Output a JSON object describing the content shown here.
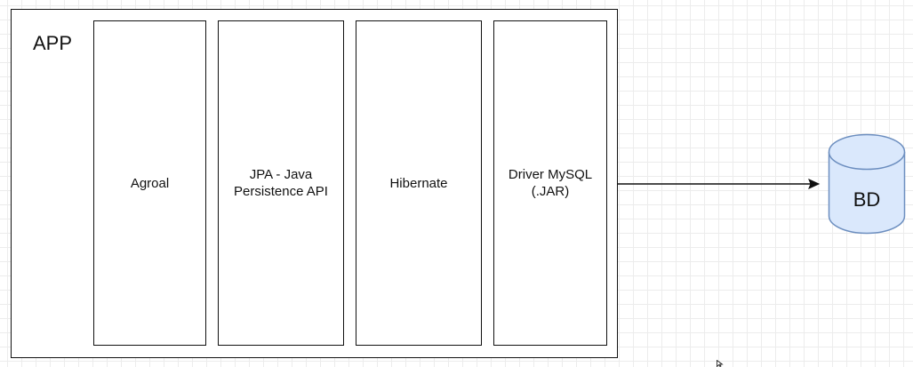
{
  "diagram": {
    "container": {
      "label": "APP"
    },
    "layers": [
      {
        "label": "Agroal"
      },
      {
        "label": "JPA - Java\nPersistence API"
      },
      {
        "label": "Hibernate"
      },
      {
        "label": "Driver MySQL\n(.JAR)"
      }
    ],
    "database": {
      "label": "BD",
      "fill_color": "#dae8fc",
      "stroke_color": "#6c8ebf"
    },
    "connector": {
      "from": "Driver MySQL (.JAR)",
      "to": "BD"
    }
  }
}
